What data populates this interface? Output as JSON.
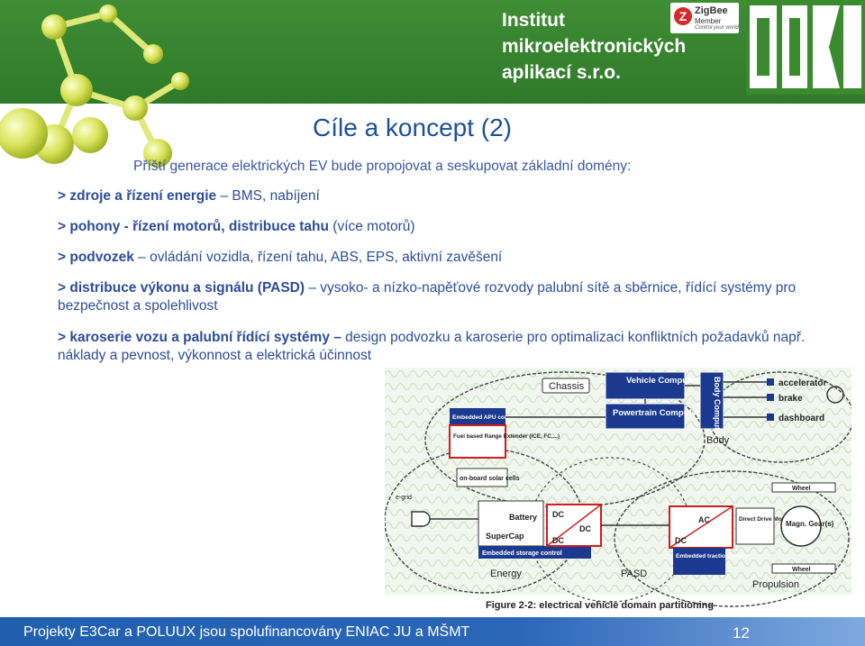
{
  "header": {
    "institute_line1": "Institut",
    "institute_line2": "mikroelektronických",
    "institute_line3": "aplikací  s.r.o.",
    "zigbee_mark": "Z",
    "zigbee_name": "ZigBee",
    "zigbee_member": "Member",
    "zigbee_tagline": "Control your world",
    "brand_color": "#3f8d34"
  },
  "slide": {
    "title": "Cíle a koncept (2)",
    "intro": "Příští generace elektrických EV bude propojovat a seskupovat základní domény:",
    "bullets": [
      {
        "bold": "> zdroje a řízení energie",
        "rest": " – BMS, nabíjení"
      },
      {
        "bold": "> pohony - řízení motorů, distribuce tahu",
        "rest": " (více motorů)"
      },
      {
        "bold": "> podvozek",
        "rest": " – ovládání vozidla, řízení tahu, ABS, EPS, aktivní zavěšení"
      },
      {
        "bold": "> distribuce výkonu a signálu (PASD)",
        "rest": " – vysoko- a nízko-napěťové rozvody palubní sítě a sběrnice, řídící systémy pro bezpečnost a spolehlivost"
      },
      {
        "bold": "> karoserie vozu a palubní řídící systémy –",
        "rest": " design podvozku a karoserie pro optimalizaci konfliktních požadavků např. náklady a pevnost, výkonnost a elektrická účinnost"
      }
    ],
    "text_color": "#2e4c9a",
    "title_color": "#1a4f9e"
  },
  "figure": {
    "caption": "Figure 2-2: electrical vehicle domain partitioning",
    "labels": {
      "chassis": "Chassis",
      "vehicle_computer": "Vehicle Computer",
      "body_computer": "Body Computer",
      "powertrain_computer": "Powertrain Computer",
      "accelerator": "accelerator",
      "brake": "brake",
      "dashboard": "dashboard",
      "body": "Body",
      "apu_control": "Embedded APU control",
      "range_extender": "Fuel based Range Extender (ICE, FC,...)",
      "solar": "on-board solar cells",
      "egrid": "e-grid",
      "battery": "Battery",
      "supercap": "SuperCap",
      "storage_control": "Embedded storage control",
      "dc": "DC",
      "ac": "AC",
      "direct_drive": "Direct Drive Motor(s)",
      "gears": "Magn. Gear(s)",
      "traction_control": "Embedded traction control",
      "energy": "Energy",
      "pasd": "PASD",
      "propulsion": "Propulsion",
      "wheel": "Wheel"
    }
  },
  "footer": {
    "text": "Projekty E3Car a POLUUX jsou spolufinancovány ENIAC JU a MŠMT",
    "page": "12"
  }
}
